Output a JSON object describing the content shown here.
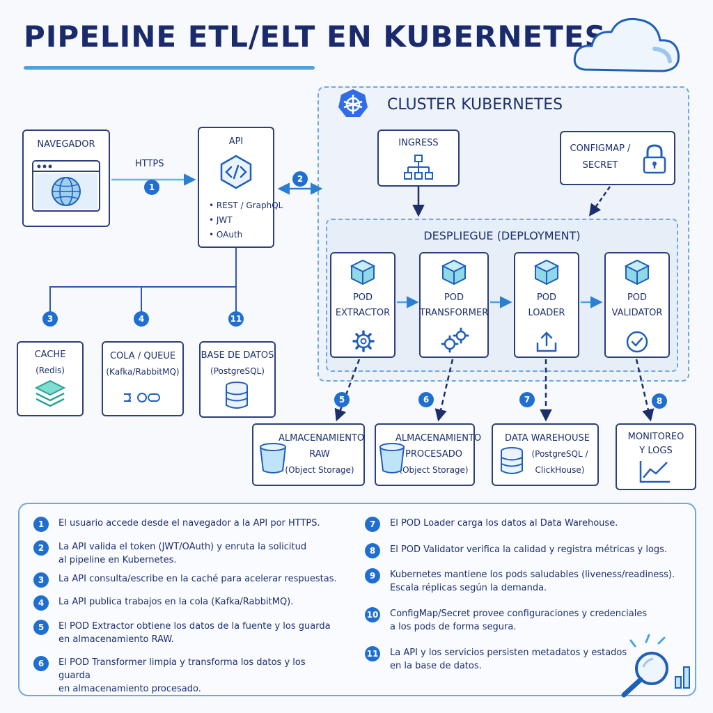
{
  "title": "PIPELINE ETL/ELT EN KUBERNETES",
  "cluster": {
    "label": "CLUSTER KUBERNETES"
  },
  "navegador": {
    "label": "NAVEGADOR"
  },
  "https": "HTTPS",
  "api": {
    "label": "API",
    "items": [
      "• REST / GraphQL",
      "• JWT",
      "• OAuth"
    ]
  },
  "ingress": {
    "label": "INGRESS"
  },
  "configmap": {
    "line1": "CONFIGMAP /",
    "line2": "SECRET"
  },
  "deployment": {
    "label": "DESPLIEGUE (DEPLOYMENT)"
  },
  "pods": [
    {
      "line1": "POD",
      "line2": "EXTRACTOR"
    },
    {
      "line1": "POD",
      "line2": "TRANSFORMER"
    },
    {
      "line1": "POD",
      "line2": "LOADER"
    },
    {
      "line1": "POD",
      "line2": "VALIDATOR"
    }
  ],
  "stores": [
    {
      "line1": "CACHE",
      "line2": "(Redis)"
    },
    {
      "line1": "COLA / QUEUE",
      "line2": "(Kafka/RabbitMQ)"
    },
    {
      "line1": "BASE DE DATOS",
      "line2": "(PostgreSQL)"
    }
  ],
  "outputs": [
    {
      "line1": "ALMACENAMIENTO",
      "line2": "RAW",
      "line3": "(Object Storage)"
    },
    {
      "line1": "ALMACENAMIENTO",
      "line2": "PROCESADO",
      "line3": "(Object Storage)"
    },
    {
      "line1": "DATA WAREHOUSE",
      "line2": "(PostgreSQL /",
      "line3": "ClickHouse)"
    },
    {
      "line1": "MONITOREO",
      "line2": "Y LOGS"
    }
  ],
  "badges": [
    "1",
    "2",
    "3",
    "4",
    "11",
    "5",
    "6",
    "7",
    "8"
  ],
  "legend": [
    {
      "n": "1",
      "text": "El usuario accede desde el navegador a la API por HTTPS."
    },
    {
      "n": "2",
      "text": "La API valida el token (JWT/OAuth) y enruta la solicitud\nal pipeline en Kubernetes."
    },
    {
      "n": "3",
      "text": "La API consulta/escribe en la caché para acelerar respuestas."
    },
    {
      "n": "4",
      "text": "La API publica trabajos en la cola (Kafka/RabbitMQ)."
    },
    {
      "n": "5",
      "text": "El POD Extractor obtiene los datos de la fuente y los guarda\nen almacenamiento RAW."
    },
    {
      "n": "6",
      "text": "El POD Transformer limpia y transforma los datos y los guarda\nen almacenamiento procesado."
    },
    {
      "n": "7",
      "text": "El POD Loader carga los datos al Data Warehouse."
    },
    {
      "n": "8",
      "text": "El POD Validator verifica la calidad y registra métricas y logs."
    },
    {
      "n": "9",
      "text": "Kubernetes mantiene los pods saludables (liveness/readiness).\nEscala réplicas según la demanda."
    },
    {
      "n": "10",
      "text": "ConfigMap/Secret provee configuraciones y credenciales\na los pods de forma segura."
    },
    {
      "n": "11",
      "text": "La API y los servicios persisten metadatos y estados\nen la base de datos."
    }
  ],
  "colors": {
    "primary": "#1a2b6d",
    "accent": "#1f6fd1",
    "line": "#4da3e0",
    "teal": "#3fc1c9"
  }
}
